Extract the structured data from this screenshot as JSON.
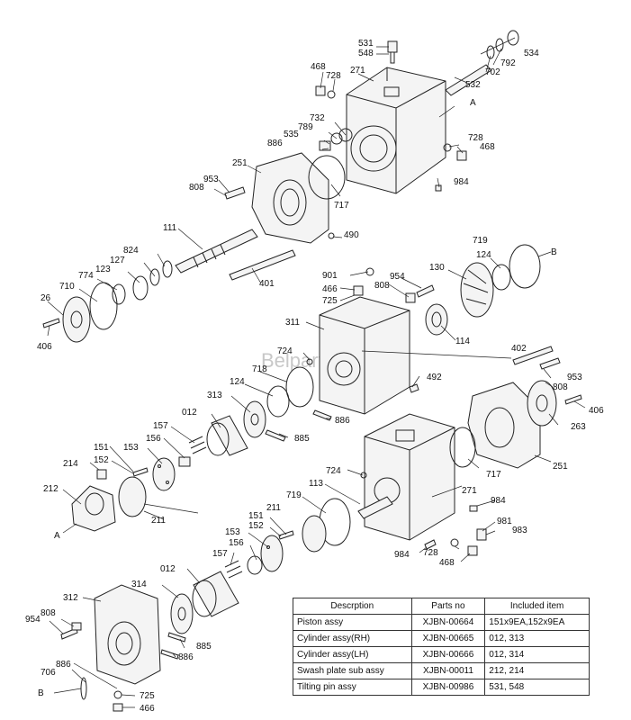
{
  "watermark": "Belparts",
  "callouts": [
    "531",
    "548",
    "534",
    "792",
    "702",
    "532",
    "468",
    "728",
    "271",
    "A",
    "732",
    "789",
    "535",
    "886",
    "728",
    "468",
    "251",
    "953",
    "808",
    "717",
    "984",
    "111",
    "490",
    "824",
    "127",
    "123",
    "774",
    "710",
    "401",
    "26",
    "406",
    "901",
    "954",
    "808",
    "719",
    "B",
    "124",
    "130",
    "466",
    "725",
    "311",
    "114",
    "724",
    "718",
    "402",
    "492",
    "124",
    "953",
    "313",
    "808",
    "012",
    "406",
    "885",
    "886",
    "263",
    "157",
    "156",
    "151",
    "153",
    "152",
    "214",
    "251",
    "724",
    "717",
    "212",
    "113",
    "271",
    "211",
    "719",
    "984",
    "A",
    "151",
    "152",
    "211",
    "981",
    "156",
    "153",
    "983",
    "157",
    "984",
    "728",
    "012",
    "468",
    "314",
    "312",
    "954",
    "808",
    "885",
    "886",
    "706",
    "886",
    "B",
    "725",
    "466"
  ],
  "table": {
    "headers": [
      "Descrption",
      "Parts no",
      "Included item"
    ],
    "rows": [
      [
        "Piston  assy",
        "XJBN-00664",
        "151x9EA,152x9EA"
      ],
      [
        "Cylinder  assy(RH)",
        "XJBN-00665",
        "012, 313"
      ],
      [
        "Cylinder  assy(LH)",
        "XJBN-00666",
        "012, 314"
      ],
      [
        "Swash plate sub assy",
        "XJBN-00011",
        "212, 214"
      ],
      [
        "Tilting pin assy",
        "XJBN-00986",
        "531, 548"
      ]
    ]
  }
}
